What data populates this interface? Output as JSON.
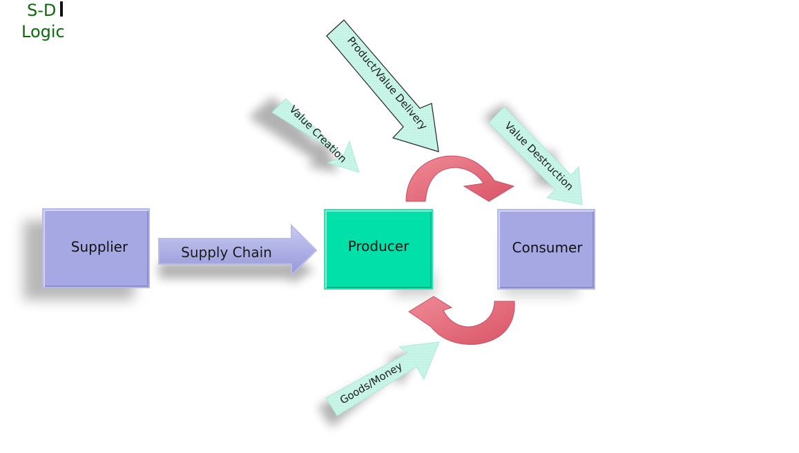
{
  "title": {
    "line1": "S-D",
    "line2": "Logic"
  },
  "nodes": {
    "supplier": "Supplier",
    "producer": "Producer",
    "consumer": "Consumer"
  },
  "arrows": {
    "supply_chain": "Supply Chain",
    "value_creation": "Value Creation",
    "product_value_delivery": "Product/Value Delivery",
    "value_destruction": "Value Destruction",
    "goods_money": "Goods/Money"
  },
  "colors": {
    "title_text": "#0b6b0b",
    "box_lavender": "#a6a8e4",
    "box_teal": "#00e0a8",
    "arrow_mint": "#c8f5e8",
    "cycle_arrow_red": "#e8707e"
  }
}
